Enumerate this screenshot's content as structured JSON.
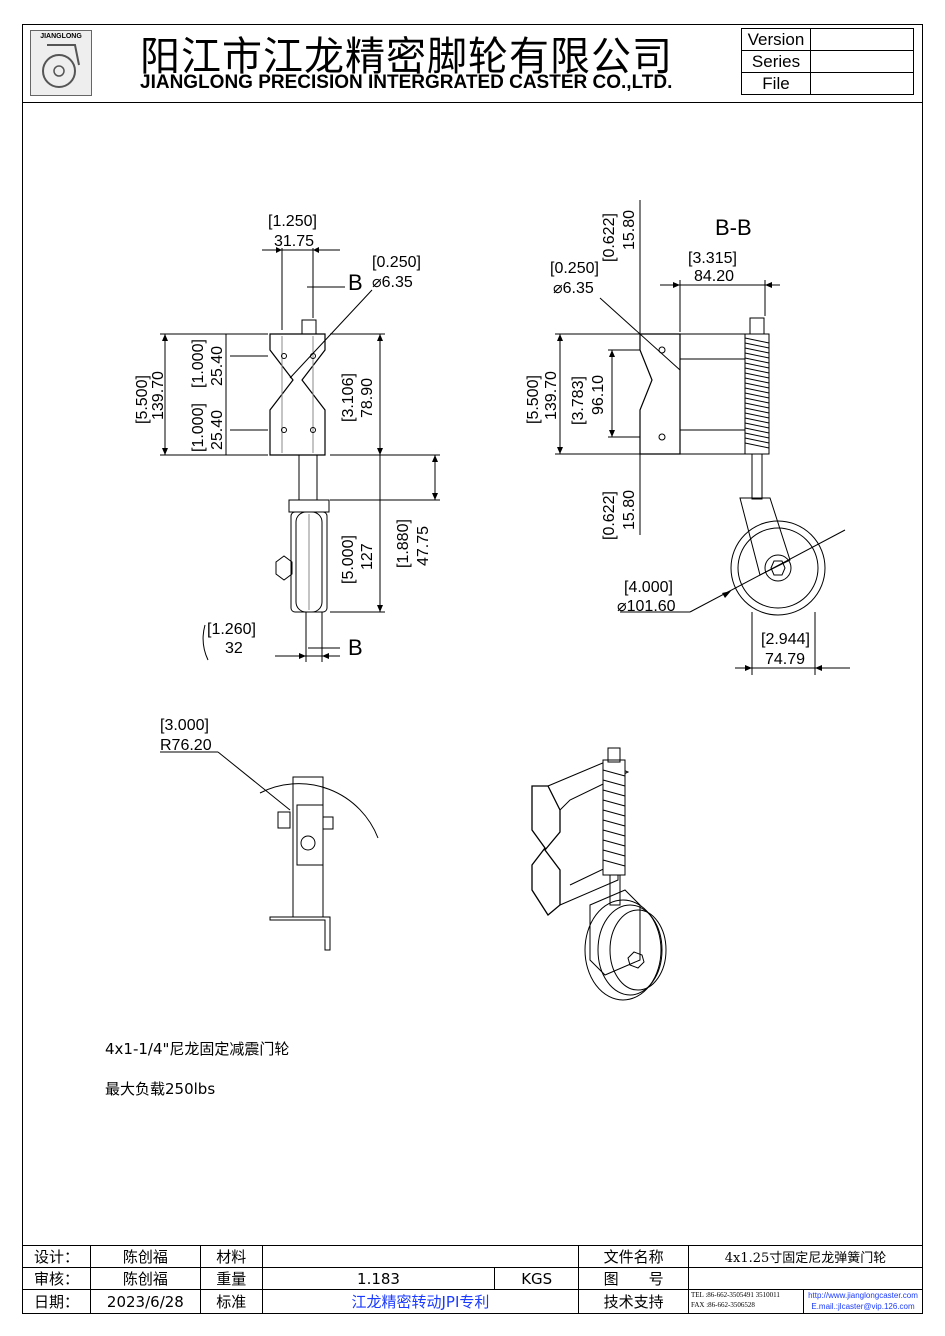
{
  "header": {
    "logo_text": "JIANGLONG",
    "cn_title": "阳江市江龙精密脚轮有限公司",
    "en_title": "JIANGLONG PRECISION INTERGRATED CASTER CO.,LTD.",
    "meta": [
      {
        "label": "Version",
        "value": ""
      },
      {
        "label": "Series",
        "value": ""
      },
      {
        "label": "File",
        "value": ""
      }
    ]
  },
  "drawing": {
    "front": {
      "d_top_in": "[1.250]",
      "d_top_mm": "31.75",
      "hole_in": "[0.250]",
      "hole_mm": "⌀6.35",
      "section": "B",
      "h_in": "[5.500]",
      "h_mm": "139.70",
      "h1_in": "[1.000]",
      "h1_mm": "25.40",
      "h2_in": "[1.000]",
      "h2_mm": "25.40",
      "bh_in": "[3.106]",
      "bh_mm": "78.90",
      "wh_in": "[5.000]",
      "wh_mm": "127",
      "fh_in": "[1.880]",
      "fh_mm": "47.75",
      "bw_in": "[1.260]",
      "bw_mm": "32"
    },
    "section_view": {
      "title": "B-B",
      "top_in": "[0.622]",
      "top_mm": "15.80",
      "w_in": "[3.315]",
      "w_mm": "84.20",
      "hole_in": "[0.250]",
      "hole_mm": "⌀6.35",
      "h_in": "[5.500]",
      "h_mm": "139.70",
      "m_in": "[3.783]",
      "m_mm": "96.10",
      "bot_in": "[0.622]",
      "bot_mm": "15.80",
      "dia_in": "[4.000]",
      "dia_mm": "⌀101.60",
      "off_in": "[2.944]",
      "off_mm": "74.79"
    },
    "side": {
      "r_in": "[3.000]",
      "r_mm": "R76.20"
    }
  },
  "notes": {
    "line1": "4x1-1/4\"尼龙固定减震门轮",
    "line2": "最大负载250lbs"
  },
  "title_block": {
    "design_label": "设计：",
    "design_value": "陈创福",
    "material_label": "材料",
    "material_value": "",
    "file_name_label": "文件名称",
    "file_name_value": "4x1.25寸固定尼龙弹簧门轮",
    "review_label": "审核：",
    "review_value": "陈创福",
    "weight_label": "重量",
    "weight_value": "1.183",
    "weight_unit": "KGS",
    "drawing_no_label": "图　　号",
    "drawing_no_value": "",
    "date_label": "日期：",
    "date_value": "2023/6/28",
    "standard_label": "标准",
    "standard_value": "江龙精密转动JPI专利",
    "support_label": "技术支持",
    "tel": "TEL :86-662-3505491  3510011",
    "fax": "FAX :86-662-3506528",
    "website": "http://www.jianglongcaster.com",
    "email": "E.mail.:jlcaster@vip.126.com"
  }
}
